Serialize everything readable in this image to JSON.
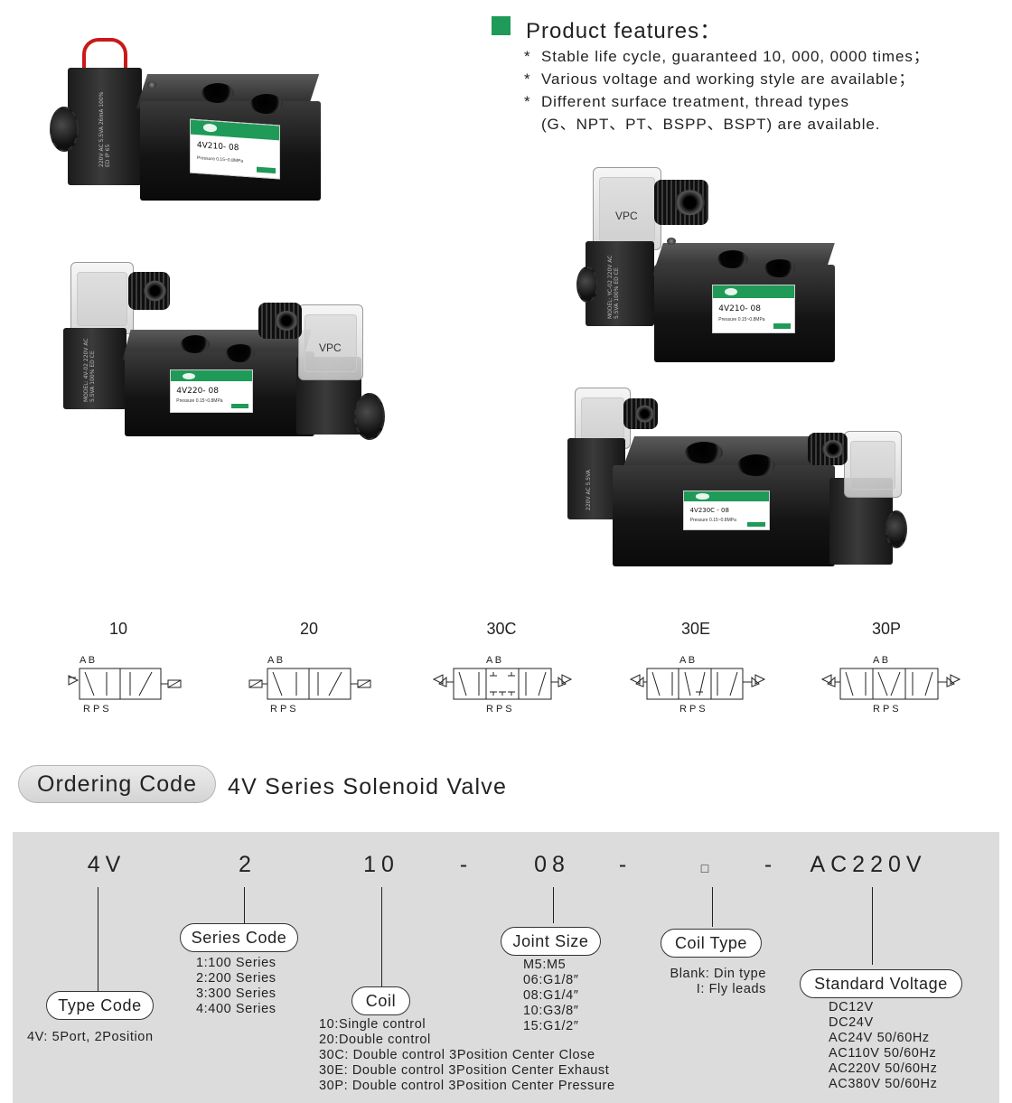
{
  "features": {
    "title": "Product features：",
    "items": [
      "Stable life cycle, guaranteed 10, 000, 0000 times；",
      "Various voltage and working style are available；",
      "Different surface treatment, thread types"
    ],
    "item_continuation": "(G、NPT、PT、BSPP、BSPT) are available.",
    "bullet": "*"
  },
  "photos": {
    "single_wire": {
      "model": "4V210- 08",
      "pressure": "Pressure 0.15~0.8MPa",
      "coil_print": [
        "220V  AC",
        "5.5VA  26mA",
        "100% ED",
        "IP 65"
      ]
    },
    "double_din": {
      "model": "4V220- 08",
      "pressure": "Pressure 0.15~0.8MPa",
      "coil_print": [
        "MODEL: 4V-02",
        "220V AC  5.5VA",
        "100% ED  CE"
      ]
    },
    "single_din": {
      "model": "4V210- 08",
      "pressure": "Pressure 0.15~0.8MPa",
      "coil_print": [
        "MODEL: YC-02",
        "220V AC  5.5VA",
        "100% ED  CE"
      ]
    },
    "three_pos": {
      "model": "4V230C - 08",
      "pressure": "Pressure 0.15~0.8MPa",
      "coil_print": [
        "220V AC",
        "5.5VA"
      ]
    },
    "din_brand": "VPC"
  },
  "symbols": [
    {
      "label": "10",
      "ports_top": "A  B",
      "ports_bottom": "R P S"
    },
    {
      "label": "20",
      "ports_top": "A  B",
      "ports_bottom": "R P S"
    },
    {
      "label": "30C",
      "ports_top": "A  B",
      "ports_bottom": "R P S"
    },
    {
      "label": "30E",
      "ports_top": "A  B",
      "ports_bottom": "R P S"
    },
    {
      "label": "30P",
      "ports_top": "A  B",
      "ports_bottom": "R P S"
    }
  ],
  "ordering": {
    "pill": "Ordering Code",
    "subtitle": "4V Series Solenoid Valve",
    "code": [
      "4V",
      "2",
      "10",
      "-",
      "08",
      "-",
      "□",
      "-",
      "AC220V"
    ],
    "type_code": {
      "tag": "Type Code",
      "lines": [
        "4V: 5Port, 2Position"
      ]
    },
    "series_code": {
      "tag": "Series Code",
      "lines": [
        "1:100  Series",
        "2:200  Series",
        "3:300  Series",
        "4:400  Series"
      ]
    },
    "coil": {
      "tag": "Coil",
      "lines": [
        "10:Single control",
        "20:Double control",
        "30C: Double  control  3Position  Center  Close",
        "30E: Double  control  3Position  Center  Exhaust",
        "30P: Double  control  3Position  Center  Pressure"
      ]
    },
    "joint_size": {
      "tag": "Joint Size",
      "lines": [
        "M5:M5",
        "06:G1/8″",
        "08:G1/4″",
        "10:G3/8″",
        "15:G1/2″"
      ]
    },
    "coil_type": {
      "tag": "Coil Type",
      "lines": [
        "Blank: Din  type",
        "I: Fly  leads"
      ]
    },
    "standard_voltage": {
      "tag": "Standard Voltage",
      "lines": [
        "DC12V",
        "DC24V",
        "AC24V 50/60Hz",
        "AC110V 50/60Hz",
        "AC220V 50/60Hz",
        "AC380V 50/60Hz"
      ]
    }
  }
}
